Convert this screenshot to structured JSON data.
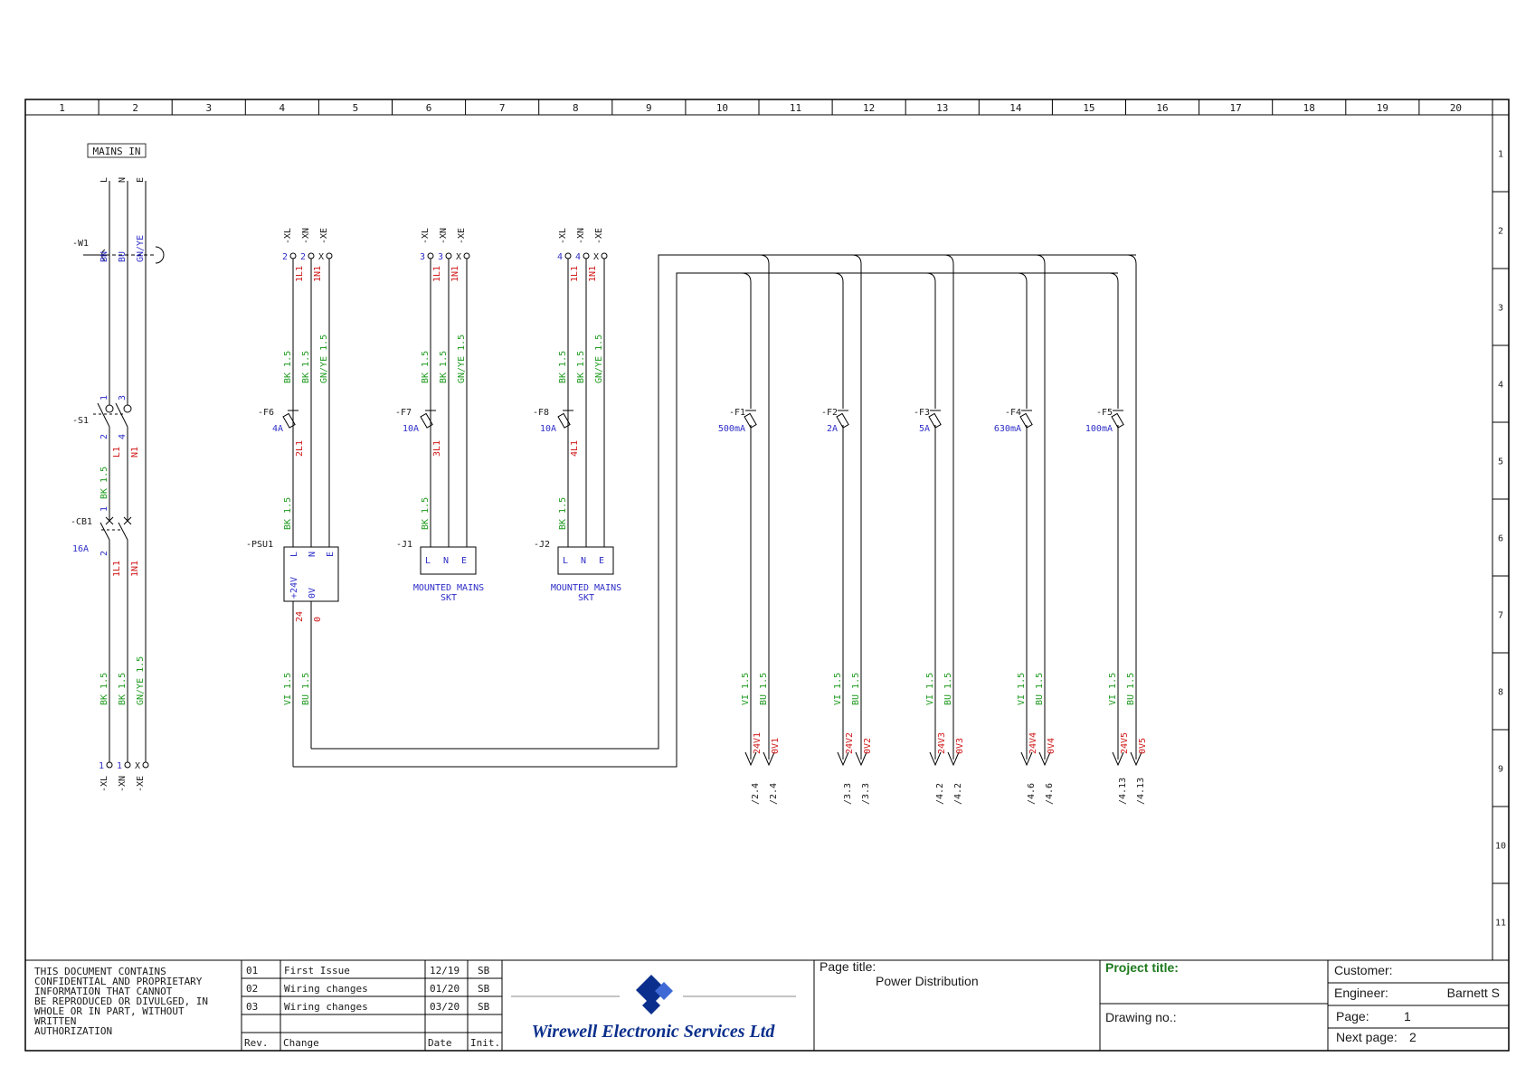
{
  "grid": {
    "columns": [
      "1",
      "2",
      "3",
      "4",
      "5",
      "6",
      "7",
      "8",
      "9",
      "10",
      "11",
      "12",
      "13",
      "14",
      "15",
      "16",
      "17",
      "18",
      "19",
      "20"
    ],
    "rows": [
      "1",
      "2",
      "3",
      "4",
      "5",
      "6",
      "7",
      "8",
      "9",
      "10",
      "11"
    ]
  },
  "mains": {
    "title": "MAINS IN",
    "line_labels": [
      "L",
      "N",
      "E"
    ],
    "cable_tag": "-W1",
    "cores": [
      "BN",
      "BU",
      "GN/YE"
    ],
    "switch_tag": "-S1",
    "switch_terms": [
      "1",
      "3",
      "2",
      "4"
    ],
    "switch_out": [
      "L1",
      "N1"
    ],
    "cb_tag": "-CB1",
    "cb_rating": "16A",
    "cb_terms": [
      "1",
      "2"
    ],
    "cb_out": [
      "1L1",
      "1N1"
    ],
    "wire_in": "BK 1.5",
    "wires_out": [
      "BK 1.5",
      "BK 1.5",
      "GN/YE 1.5"
    ],
    "term_nums": [
      "1",
      "1",
      "X"
    ],
    "term_tags": [
      "-XL",
      "-XN",
      "-XE"
    ]
  },
  "feeders": [
    {
      "term_tags": [
        "-XL",
        "-XN",
        "-XE"
      ],
      "term_nums": [
        "2",
        "2",
        "X"
      ],
      "nets": [
        "1L1",
        "1N1"
      ],
      "wires": [
        "BK 1.5",
        "BK 1.5",
        "GN/YE 1.5"
      ],
      "fuse_tag": "-F6",
      "fuse_rating": "4A",
      "out_net": "2L1",
      "out_wire": "BK 1.5",
      "device_tag": "-PSU1",
      "device_terms": [
        "L",
        "N",
        "E"
      ],
      "psu_outs": [
        "+24V",
        "0V"
      ],
      "psu_nets": [
        "24",
        "0"
      ],
      "psu_wires": [
        "VI 1.5",
        "BU 1.5"
      ]
    },
    {
      "term_tags": [
        "-XL",
        "-XN",
        "-XE"
      ],
      "term_nums": [
        "3",
        "3",
        "X"
      ],
      "nets": [
        "1L1",
        "1N1"
      ],
      "wires": [
        "BK 1.5",
        "BK 1.5",
        "GN/YE 1.5"
      ],
      "fuse_tag": "-F7",
      "fuse_rating": "10A",
      "out_net": "3L1",
      "out_wire": "BK 1.5",
      "device_tag": "-J1",
      "device_terms": [
        "L",
        "N",
        "E"
      ],
      "caption": [
        "MOUNTED MAINS",
        "SKT"
      ]
    },
    {
      "term_tags": [
        "-XL",
        "-XN",
        "-XE"
      ],
      "term_nums": [
        "4",
        "4",
        "X"
      ],
      "nets": [
        "1L1",
        "1N1"
      ],
      "wires": [
        "BK 1.5",
        "BK 1.5",
        "GN/YE 1.5"
      ],
      "fuse_tag": "-F8",
      "fuse_rating": "10A",
      "out_net": "4L1",
      "out_wire": "BK 1.5",
      "device_tag": "-J2",
      "device_terms": [
        "L",
        "N",
        "E"
      ],
      "caption": [
        "MOUNTED MAINS",
        "SKT"
      ]
    }
  ],
  "dc_outputs": [
    {
      "fuse_tag": "-F1",
      "rating": "500mA",
      "wires": [
        "VI 1.5",
        "BU 1.5"
      ],
      "nets": [
        "24V1",
        "0V1"
      ],
      "refs": [
        "/2.4",
        "/2.4"
      ]
    },
    {
      "fuse_tag": "-F2",
      "rating": "2A",
      "wires": [
        "VI 1.5",
        "BU 1.5"
      ],
      "nets": [
        "24V2",
        "0V2"
      ],
      "refs": [
        "/3.3",
        "/3.3"
      ]
    },
    {
      "fuse_tag": "-F3",
      "rating": "5A",
      "wires": [
        "VI 1.5",
        "BU 1.5"
      ],
      "nets": [
        "24V3",
        "0V3"
      ],
      "refs": [
        "/4.2",
        "/4.2"
      ]
    },
    {
      "fuse_tag": "-F4",
      "rating": "630mA",
      "wires": [
        "VI 1.5",
        "BU 1.5"
      ],
      "nets": [
        "24V4",
        "0V4"
      ],
      "refs": [
        "/4.6",
        "/4.6"
      ]
    },
    {
      "fuse_tag": "-F5",
      "rating": "100mA",
      "wires": [
        "VI 1.5",
        "BU 1.5"
      ],
      "nets": [
        "24V5",
        "0V5"
      ],
      "refs": [
        "/4.13",
        "/4.13"
      ]
    }
  ],
  "title_block": {
    "notice": [
      "THIS DOCUMENT CONTAINS",
      "CONFIDENTIAL AND PROPRIETARY",
      "INFORMATION THAT CANNOT",
      "BE REPRODUCED OR DIVULGED, IN",
      "WHOLE OR IN PART, WITHOUT",
      "WRITTEN",
      "AUTHORIZATION"
    ],
    "revisions": [
      {
        "rev": "01",
        "change": "First Issue",
        "date": "12/19",
        "init": "SB"
      },
      {
        "rev": "02",
        "change": "Wiring changes",
        "date": "01/20",
        "init": "SB"
      },
      {
        "rev": "03",
        "change": "Wiring changes",
        "date": "03/20",
        "init": "SB"
      }
    ],
    "rev_headers": {
      "rev": "Rev.",
      "change": "Change",
      "date": "Date",
      "init": "Init."
    },
    "company": "Wirewell Electronic Services Ltd",
    "page_title_label": "Page title:",
    "page_title": "Power Distribution",
    "project_title_label": "Project title:",
    "drawing_no_label": "Drawing no.:",
    "customer_label": "Customer:",
    "engineer_label": "Engineer:",
    "engineer": "Barnett S",
    "page_label": "Page:",
    "page": "1",
    "next_page_label": "Next page:",
    "next_page": "2",
    "colors": {
      "brand": "#0a2f8c",
      "net": "#d01818",
      "wire": "#1e9a1e",
      "tag": "#2d2dc8"
    }
  }
}
